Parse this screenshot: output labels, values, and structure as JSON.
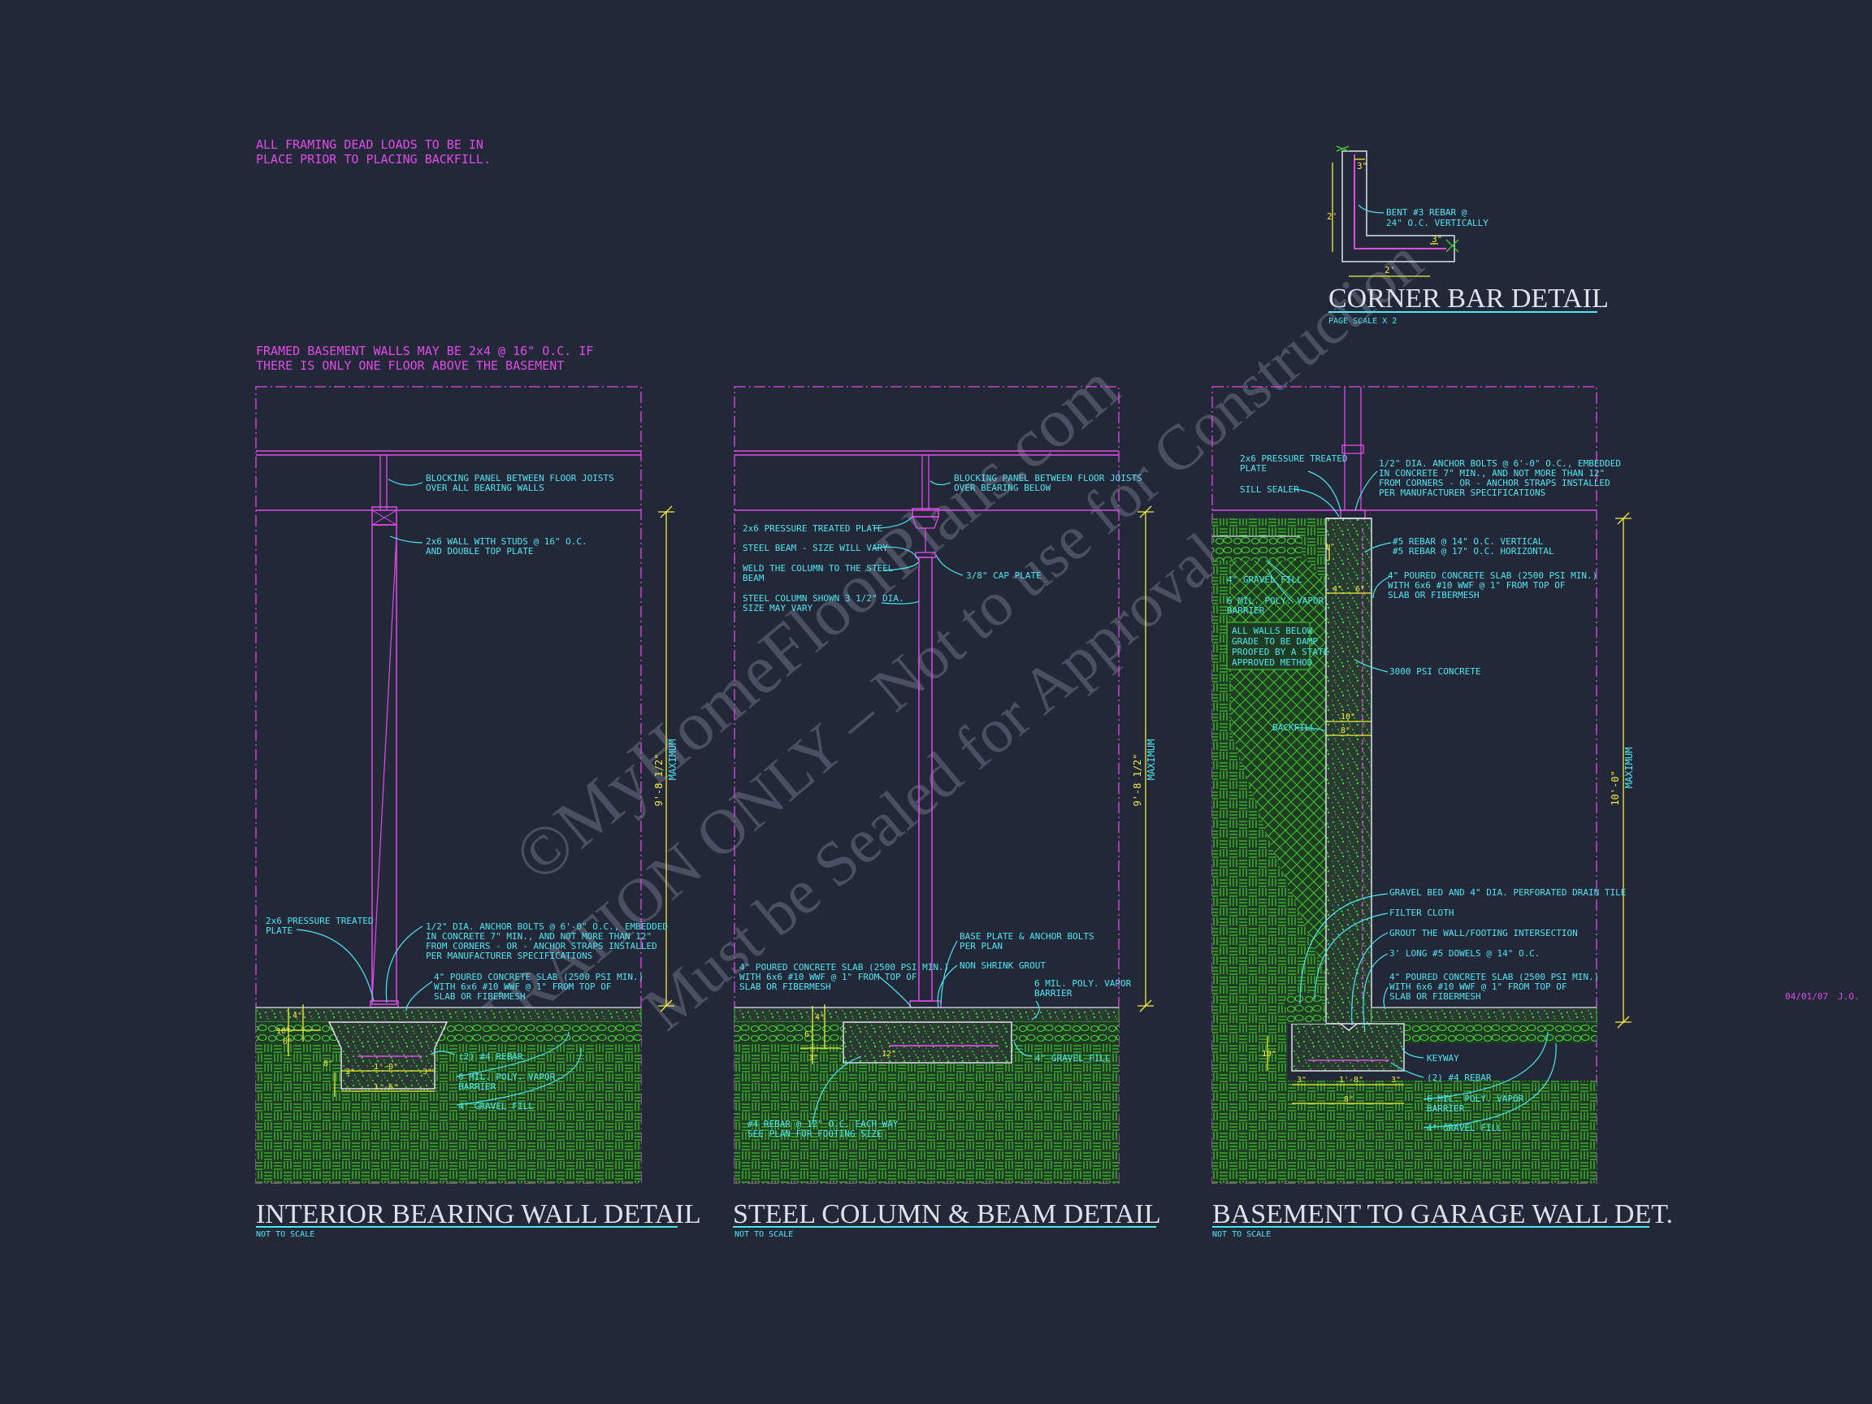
{
  "general_notes": {
    "dead_loads": [
      "ALL FRAMING DEAD LOADS TO BE IN",
      "PLACE PRIOR TO PLACING BACKFILL."
    ],
    "framed_walls": [
      "FRAMED BASEMENT WALLS MAY BE 2x4 @ 16\" O.C. IF",
      "THERE IS ONLY ONE FLOOR ABOVE THE BASEMENT"
    ]
  },
  "watermark": [
    "©MyHomeFloorPlans.com",
    "ILLUSTRATION ONLY – Not to use for Construction",
    "Must be Sealed for Approvals"
  ],
  "corner_detail": {
    "title": "CORNER BAR DETAIL",
    "scale": "PAGE SCALE X 2",
    "note": [
      "BENT #3 REBAR @",
      "24\" O.C. VERTICALLY"
    ],
    "dims": {
      "top": "3\"",
      "side": "2'",
      "bottom": "2'",
      "end": "3\""
    }
  },
  "detail1": {
    "title": "INTERIOR BEARING WALL DETAIL",
    "scale": "NOT TO SCALE",
    "height_dim": "9'-8 1/2\"",
    "height_note": "MAXIMUM",
    "notes": {
      "blocking": [
        "BLOCKING PANEL BETWEEN FLOOR JOISTS",
        "OVER ALL BEARING WALLS"
      ],
      "wall": [
        "2x6 WALL WITH STUDS @ 16\" O.C.",
        "AND DOUBLE TOP PLATE"
      ],
      "plate": [
        "2x6 PRESSURE TREATED",
        "PLATE"
      ],
      "anchor": [
        "1/2\" DIA. ANCHOR BOLTS @ 6'-0\" O.C., EMBEDDED",
        "IN CONCRETE 7\" MIN., AND NOT MORE THAN 12\"",
        "FROM CORNERS - OR - ANCHOR STRAPS INSTALLED",
        "PER MANUFACTURER SPECIFICATIONS"
      ],
      "slab": [
        "4\" POURED CONCRETE SLAB (2500 PSI MIN.)",
        "WITH 6x6 #10 WWF @ 1\" FROM TOP OF",
        "SLAB OR FIBERMESH"
      ],
      "rebar": [
        "(2) #4 REBAR"
      ],
      "vapor": [
        "6 MIL. POLY. VAPOR",
        "BARRIER"
      ],
      "gravel": [
        "4\" GRAVEL FILL"
      ]
    },
    "dims": {
      "a": "4\"",
      "b": "6\"",
      "c": "1'-0\"",
      "d": "8\"",
      "e": "3\"",
      "f": "1'-6\"",
      "g": "3\"",
      "h": "10\""
    }
  },
  "detail2": {
    "title": "STEEL COLUMN & BEAM DETAIL",
    "scale": "NOT TO SCALE",
    "height_dim": "9'-8 1/2\"",
    "height_note": "MAXIMUM",
    "notes": {
      "blocking": [
        "BLOCKING PANEL BETWEEN FLOOR JOISTS",
        "OVER BEARING BELOW"
      ],
      "plate": [
        "2x6 PRESSURE TREATED PLATE"
      ],
      "beam": [
        "STEEL BEAM - SIZE WILL VARY"
      ],
      "weld": [
        "WELD THE COLUMN TO THE STEEL",
        "BEAM"
      ],
      "column": [
        "STEEL COLUMN SHOWN 3 1/2\" DIA.",
        "SIZE MAY VARY"
      ],
      "cap": [
        "3/8\" CAP PLATE"
      ],
      "base": [
        "BASE PLATE & ANCHOR BOLTS",
        "PER PLAN"
      ],
      "grout": [
        "NON SHRINK GROUT"
      ],
      "slab": [
        "4\" POURED CONCRETE SLAB (2500 PSI MIN.)",
        "WITH 6x6 #10 WWF @ 1\" FROM TOP OF",
        "SLAB OR FIBERMESH"
      ],
      "vapor": [
        "6 MIL. POLY. VAPOR",
        "BARRIER"
      ],
      "gravel": [
        "4\" GRAVEL FILL"
      ],
      "rebar": [
        "#4 REBAR @ 12\" O.C. EACH WAY",
        "SEE PLAN FOR FOOTING SIZE"
      ]
    },
    "dims": {
      "a": "4\"",
      "b": "6\"",
      "c": "12\"",
      "d": "3\""
    }
  },
  "detail3": {
    "title": "BASEMENT TO GARAGE WALL DET.",
    "scale": "NOT TO SCALE",
    "height_dim": "10'-0\"",
    "height_note": "MAXIMUM",
    "notes": {
      "plate": [
        "2x6 PRESSURE TREATED",
        "PLATE"
      ],
      "sill": [
        "SILL SEALER"
      ],
      "anchor": [
        "1/2\" DIA. ANCHOR BOLTS @ 6'-0\" O.C., EMBEDDED",
        "IN CONCRETE 7\" MIN., AND NOT MORE THAN 12\"",
        "FROM CORNERS - OR - ANCHOR STRAPS INSTALLED",
        "PER MANUFACTURER SPECIFICATIONS"
      ],
      "rebar_v": [
        "#5 REBAR @ 14\" O.C. VERTICAL",
        "#5 REBAR @ 17\" O.C. HORIZONTAL"
      ],
      "gravel_top": [
        "4\" GRAVEL FILL"
      ],
      "vapor_top": [
        "6 MIL. POLY. VAPOR",
        "BARRIER"
      ],
      "slab_top": [
        "4\" POURED CONCRETE SLAB (2500 PSI MIN.)",
        "WITH 6x6 #10 WWF @ 1\" FROM TOP OF",
        "SLAB OR FIBERMESH"
      ],
      "damp": [
        "ALL WALLS BELOW",
        "GRADE TO BE DAMP",
        "PROOFED BY A STATE",
        "APPROVED METHOD"
      ],
      "concrete": [
        "3000 PSI CONCRETE"
      ],
      "backfill": [
        "BACKFILL"
      ],
      "drain": [
        "GRAVEL BED AND 4\" DIA. PERFORATED DRAIN TILE"
      ],
      "filter": [
        "FILTER CLOTH"
      ],
      "grout": [
        "GROUT THE WALL/FOOTING INTERSECTION"
      ],
      "dowels": [
        "3' LONG #5 DOWELS @ 14\" O.C."
      ],
      "slab_bot": [
        "4\" POURED CONCRETE SLAB (2500 PSI MIN.)",
        "WITH 6x6 #10 WWF @ 1\" FROM TOP OF",
        "SLAB OR FIBERMESH"
      ],
      "keyway": [
        "KEYWAY"
      ],
      "rebar": [
        "(2) #4 REBAR"
      ],
      "vapor_bot": [
        "6 MIL. POLY. VAPOR",
        "BARRIER"
      ],
      "gravel_bot": [
        "4\" GRAVEL FILL"
      ]
    },
    "dims": {
      "a": "1'",
      "b": "4\"",
      "c": "6\"",
      "d": "10\"",
      "e": "8\"",
      "f": "10\"",
      "g": "3\"",
      "h": "1'-8\"",
      "i": "3\"",
      "j": "8\""
    }
  },
  "stamp": {
    "date": "04/01/07",
    "initials": "J.O."
  },
  "colors": {
    "background": "#232839",
    "magenta": "#e04be6",
    "cyan": "#4ee6f0",
    "yellow": "#f2ee3c",
    "green": "#3fbf2f",
    "white": "#dde2ea"
  }
}
